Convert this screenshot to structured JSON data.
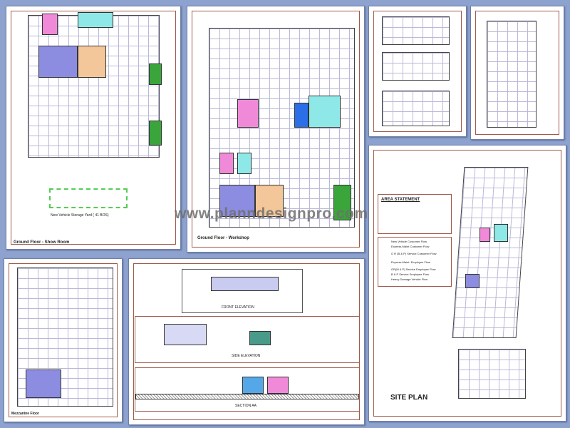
{
  "sheets": {
    "showroom": {
      "caption": "Ground Floor - Show Room",
      "note": "New Vehicle Storage Yard ( 41 BOS)"
    },
    "workshop": {
      "caption": "Ground Floor - Workshop"
    },
    "mezzanine": {
      "caption": "Mezzanine Floor"
    },
    "elevations": {
      "front": "FRONT ELEVATION",
      "side": "SIDE ELEVATION",
      "section": "SECTION AA"
    },
    "site": {
      "caption": "SITE PLAN",
      "area_title": "AREA STATEMENT",
      "legend": [
        "New Vehicle Customer Flow",
        "Express Maint Customer Flow",
        "G R (B & P) Service Customer Flow",
        "Express Maint. Employee Flow",
        "GR(M & P) Service Employee Flow",
        "B & P Service Employee Flow",
        "Heavy Damage Vehicle Flow"
      ]
    }
  },
  "watermark": "www.planndesignpro.com",
  "colors": {
    "background": "#8ea2cf",
    "border": "#a05a4a",
    "pink": "#f08ad8",
    "cyan": "#8fe8e8",
    "violet": "#8c8ce0",
    "green": "#3aa53a",
    "orange": "#f3c79a"
  }
}
